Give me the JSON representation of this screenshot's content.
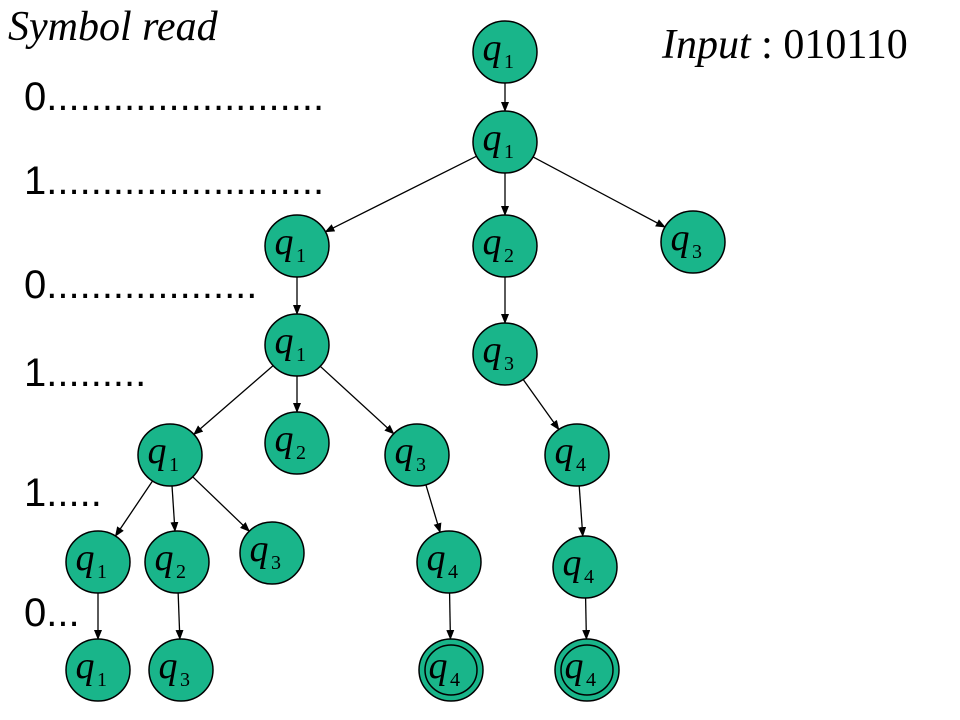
{
  "header": {
    "title": "Symbol read",
    "input_label": "Input",
    "input_value": "010110"
  },
  "levels": [
    {
      "symbol": "0",
      "dots": "........................."
    },
    {
      "symbol": "1",
      "dots": "........................."
    },
    {
      "symbol": "0",
      "dots": "..................."
    },
    {
      "symbol": "1",
      "dots": "........."
    },
    {
      "symbol": "1",
      "dots": "....."
    },
    {
      "symbol": "0",
      "dots": "..."
    }
  ],
  "colors": {
    "node_fill": "#19B58A",
    "node_stroke": "#000000",
    "edge": "#000000"
  },
  "tree": {
    "nodes": [
      {
        "id": "n0",
        "state": "q",
        "sub": "1"
      },
      {
        "id": "n1",
        "state": "q",
        "sub": "1"
      },
      {
        "id": "n2",
        "state": "q",
        "sub": "1"
      },
      {
        "id": "n3",
        "state": "q",
        "sub": "2"
      },
      {
        "id": "n4",
        "state": "q",
        "sub": "3"
      },
      {
        "id": "n5",
        "state": "q",
        "sub": "1"
      },
      {
        "id": "n6",
        "state": "q",
        "sub": "3"
      },
      {
        "id": "n7",
        "state": "q",
        "sub": "1"
      },
      {
        "id": "n8",
        "state": "q",
        "sub": "2"
      },
      {
        "id": "n9",
        "state": "q",
        "sub": "3"
      },
      {
        "id": "n10",
        "state": "q",
        "sub": "4"
      },
      {
        "id": "n11",
        "state": "q",
        "sub": "1"
      },
      {
        "id": "n12",
        "state": "q",
        "sub": "2"
      },
      {
        "id": "n13",
        "state": "q",
        "sub": "3"
      },
      {
        "id": "n14",
        "state": "q",
        "sub": "4"
      },
      {
        "id": "n15",
        "state": "q",
        "sub": "4"
      },
      {
        "id": "n16",
        "state": "q",
        "sub": "1"
      },
      {
        "id": "n17",
        "state": "q",
        "sub": "3"
      },
      {
        "id": "n18",
        "state": "q",
        "sub": "4",
        "accepting": true
      },
      {
        "id": "n19",
        "state": "q",
        "sub": "4",
        "accepting": true
      }
    ],
    "edges": [
      [
        "n0",
        "n1"
      ],
      [
        "n1",
        "n2"
      ],
      [
        "n1",
        "n3"
      ],
      [
        "n1",
        "n4"
      ],
      [
        "n2",
        "n5"
      ],
      [
        "n3",
        "n6"
      ],
      [
        "n5",
        "n7"
      ],
      [
        "n5",
        "n8"
      ],
      [
        "n5",
        "n9"
      ],
      [
        "n6",
        "n10"
      ],
      [
        "n7",
        "n11"
      ],
      [
        "n7",
        "n12"
      ],
      [
        "n7",
        "n13"
      ],
      [
        "n9",
        "n14"
      ],
      [
        "n10",
        "n15"
      ],
      [
        "n11",
        "n16"
      ],
      [
        "n12",
        "n17"
      ],
      [
        "n14",
        "n18"
      ],
      [
        "n15",
        "n19"
      ]
    ]
  }
}
